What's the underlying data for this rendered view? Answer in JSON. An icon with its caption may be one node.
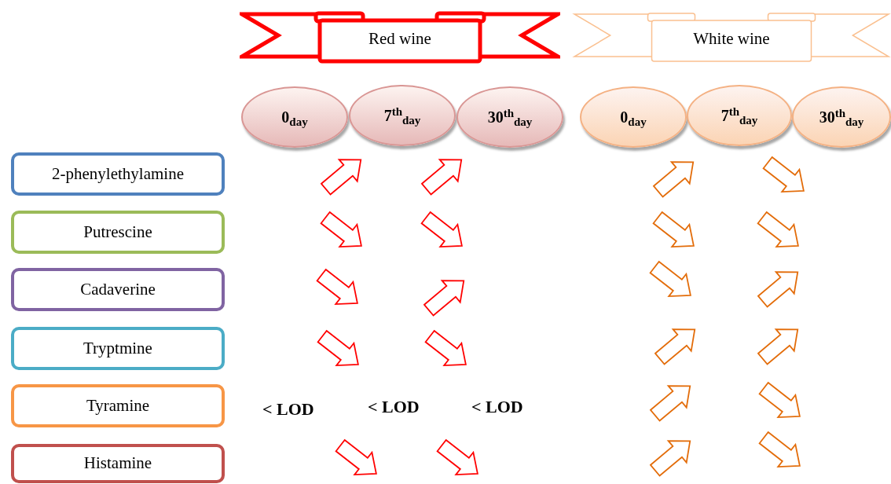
{
  "diagram": {
    "nodes": [
      {
        "text": [
          "Red wine"
        ]
      },
      {
        "text": [
          "White wine"
        ]
      },
      {
        "text": [
          "0$_{day}$"
        ]
      },
      {
        "text": [
          "7$^{th}$$_{day}$"
        ]
      },
      {
        "text": [
          "30$^{th}$$_{day}$"
        ]
      },
      {
        "text": [
          "0$_{day}$"
        ]
      },
      {
        "text": [
          "7$^{th}$$_{day}$"
        ]
      },
      {
        "text": [
          "30$^{th}$$_{day}$"
        ]
      },
      {
        "text": [
          "2-phenylethylamine"
        ]
      },
      {
        "text": [
          "Putrescine"
        ]
      },
      {
        "text": [
          "Cadaverine"
        ]
      },
      {
        "text": [
          "Tryptmine"
        ]
      },
      {
        "text": [
          "Tyramine"
        ]
      },
      {
        "text": [
          "Histamine"
        ]
      }
    ],
    "edges": [],
    "labels": [
      "< LOD",
      "< LOD",
      "< LOD"
    ]
  }
}
